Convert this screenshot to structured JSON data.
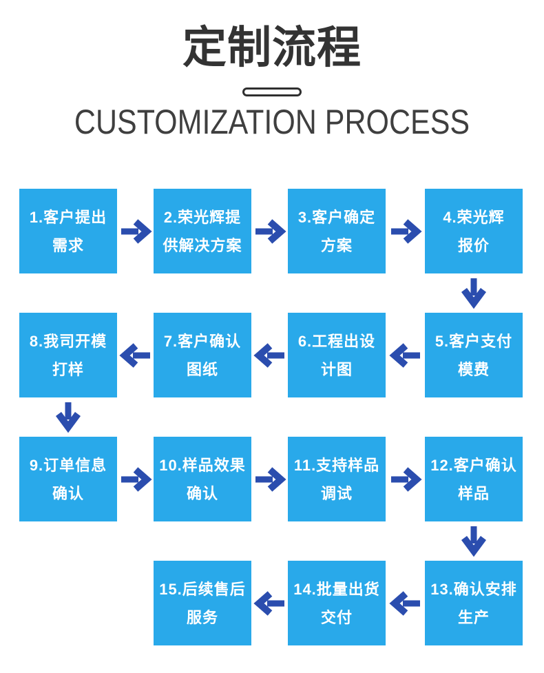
{
  "header": {
    "title": "定制流程",
    "subtitle": "CUSTOMIZATION PROCESS"
  },
  "colors": {
    "box": "#29a9ea",
    "arrow": "#2b4dae",
    "title": "#333333",
    "subtitle": "#3f3f3f",
    "box_text": "#ffffff"
  },
  "steps": [
    {
      "id": 1,
      "line1": "1.客户提出",
      "line2": "需求",
      "row": 0,
      "col": 0
    },
    {
      "id": 2,
      "line1": "2.荣光辉提",
      "line2": "供解决方案",
      "row": 0,
      "col": 1
    },
    {
      "id": 3,
      "line1": "3.客户确定",
      "line2": "方案",
      "row": 0,
      "col": 2
    },
    {
      "id": 4,
      "line1": "4.荣光辉",
      "line2": "报价",
      "row": 0,
      "col": 3
    },
    {
      "id": 5,
      "line1": "5.客户支付",
      "line2": "模费",
      "row": 1,
      "col": 3
    },
    {
      "id": 6,
      "line1": "6.工程出设",
      "line2": "计图",
      "row": 1,
      "col": 2
    },
    {
      "id": 7,
      "line1": "7.客户确认",
      "line2": "图纸",
      "row": 1,
      "col": 1
    },
    {
      "id": 8,
      "line1": "8.我司开模",
      "line2": "打样",
      "row": 1,
      "col": 0
    },
    {
      "id": 9,
      "line1": "9.订单信息",
      "line2": "确认",
      "row": 2,
      "col": 0
    },
    {
      "id": 10,
      "line1": "10.样品效果",
      "line2": "确认",
      "row": 2,
      "col": 1
    },
    {
      "id": 11,
      "line1": "11.支持样品",
      "line2": "调试",
      "row": 2,
      "col": 2
    },
    {
      "id": 12,
      "line1": "12.客户确认",
      "line2": "样品",
      "row": 2,
      "col": 3
    },
    {
      "id": 13,
      "line1": "13.确认安排",
      "line2": "生产",
      "row": 3,
      "col": 3
    },
    {
      "id": 14,
      "line1": "14.批量出货",
      "line2": "交付",
      "row": 3,
      "col": 2
    },
    {
      "id": 15,
      "line1": "15.后续售后",
      "line2": "服务",
      "row": 3,
      "col": 1
    }
  ],
  "connections": [
    {
      "from": 1,
      "to": 2
    },
    {
      "from": 2,
      "to": 3
    },
    {
      "from": 3,
      "to": 4
    },
    {
      "from": 4,
      "to": 5
    },
    {
      "from": 5,
      "to": 6
    },
    {
      "from": 6,
      "to": 7
    },
    {
      "from": 7,
      "to": 8
    },
    {
      "from": 8,
      "to": 9
    },
    {
      "from": 9,
      "to": 10
    },
    {
      "from": 10,
      "to": 11
    },
    {
      "from": 11,
      "to": 12
    },
    {
      "from": 12,
      "to": 13
    },
    {
      "from": 13,
      "to": 14
    },
    {
      "from": 14,
      "to": 15
    }
  ]
}
